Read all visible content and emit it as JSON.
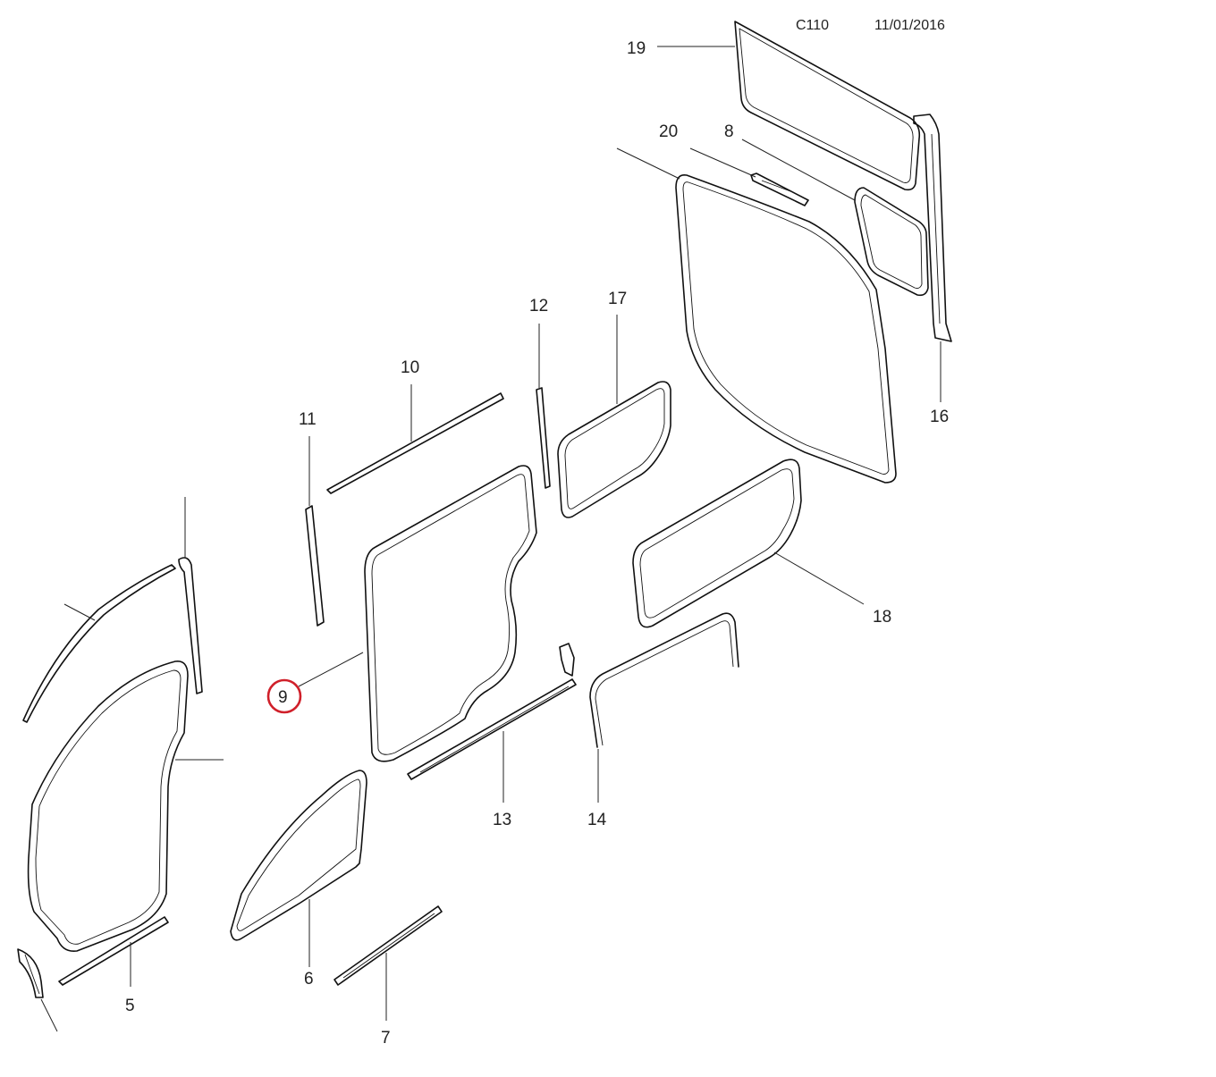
{
  "header": {
    "model": "C110",
    "date": "11/01/2016"
  },
  "callouts": {
    "c5": "5",
    "c6": "6",
    "c7": "7",
    "c8": "8",
    "c9": "9",
    "c10": "10",
    "c11": "11",
    "c12": "12",
    "c13": "13",
    "c14": "14",
    "c16": "16",
    "c17": "17",
    "c18": "18",
    "c19": "19",
    "c20": "20"
  },
  "highlighted_callout": "9",
  "colors": {
    "line": "#111111",
    "highlight": "#d0202a",
    "background": "#ffffff"
  }
}
